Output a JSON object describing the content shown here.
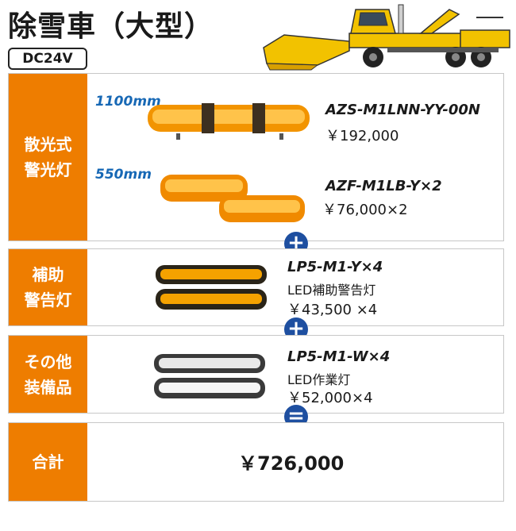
{
  "header": {
    "title": "除雪車（大型）",
    "voltage_badge": "DC24V"
  },
  "sections": [
    {
      "label": "散光式\n警光灯",
      "items": [
        {
          "length": "1100mm",
          "model": "AZS-M1LNN-YY-00N",
          "price": "￥192,000"
        },
        {
          "length": "550mm",
          "model": "AZF-M1LB-Y×2",
          "price": "￥76,000×2"
        }
      ]
    },
    {
      "label": "補助\n警告灯",
      "items": [
        {
          "model": "LP5-M1-Y×4",
          "description": "LED補助警告灯",
          "price": "￥43,500 ×4"
        }
      ]
    },
    {
      "label": "その他\n装備品",
      "items": [
        {
          "model": "LP5-M1-W×4",
          "description": "LED作業灯",
          "price": "￥52,000×4"
        }
      ]
    },
    {
      "label": "合計",
      "total": "￥726,000"
    }
  ],
  "operators": [
    "+",
    "+",
    "="
  ],
  "colors": {
    "label_bg": "#ee7d00",
    "operator_bg": "#1e4fa0",
    "length_text": "#1768b5"
  }
}
